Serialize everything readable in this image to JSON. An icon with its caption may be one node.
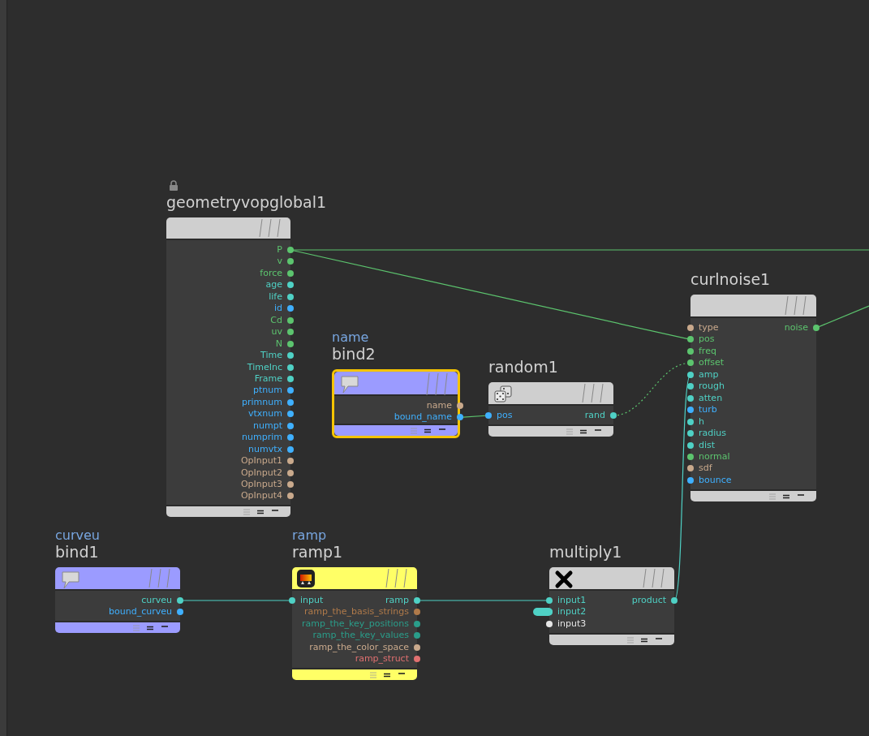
{
  "diagram": {
    "nodes": [
      {
        "text": [
          "geometryvopglobal1",
          "P",
          "v",
          "force",
          "age",
          "life",
          "id",
          "Cd",
          "uv",
          "N",
          "Time",
          "TimeInc",
          "Frame",
          "ptnum",
          "primnum",
          "vtxnum",
          "numpt",
          "numprim",
          "numvtx",
          "OpInput1",
          "OpInput2",
          "OpInput3",
          "OpInput4"
        ]
      },
      {
        "text": [
          "curlnoise1",
          "type",
          "noise",
          "pos",
          "freq",
          "offset",
          "amp",
          "rough",
          "atten",
          "turb",
          "h",
          "radius",
          "dist",
          "normal",
          "sdf",
          "bounce"
        ]
      },
      {
        "text": [
          "name",
          "bind2",
          "name",
          "bound_name"
        ]
      },
      {
        "text": [
          "random1",
          "pos",
          "rand"
        ]
      },
      {
        "text": [
          "curveu",
          "bind1",
          "curveu",
          "bound_curveu"
        ]
      },
      {
        "text": [
          "ramp",
          "ramp1",
          "input",
          "ramp",
          "ramp_the_basis_strings",
          "ramp_the_key_positions",
          "ramp_the_key_values",
          "ramp_the_color_space",
          "ramp_struct"
        ]
      },
      {
        "text": [
          "multiply1",
          "input1",
          "product",
          "input2",
          "input3"
        ]
      }
    ],
    "edges": [
      {
        "from": 0,
        "to": null,
        "arrow": "none"
      },
      {
        "from": 0,
        "to": 1,
        "arrow": "none"
      },
      {
        "from": 1,
        "to": null,
        "arrow": "none"
      },
      {
        "from": 2,
        "to": 3,
        "arrow": "none"
      },
      {
        "from": 3,
        "to": 1,
        "arrow": "none",
        "style": "dashed"
      },
      {
        "from": 4,
        "to": 5,
        "arrow": "none",
        "color": "#4fd1c5"
      },
      {
        "from": 5,
        "to": 6,
        "arrow": "none",
        "color": "#4fd1c5"
      },
      {
        "from": 6,
        "to": 1,
        "arrow": "none",
        "color": "#4fd1c5"
      }
    ]
  }
}
